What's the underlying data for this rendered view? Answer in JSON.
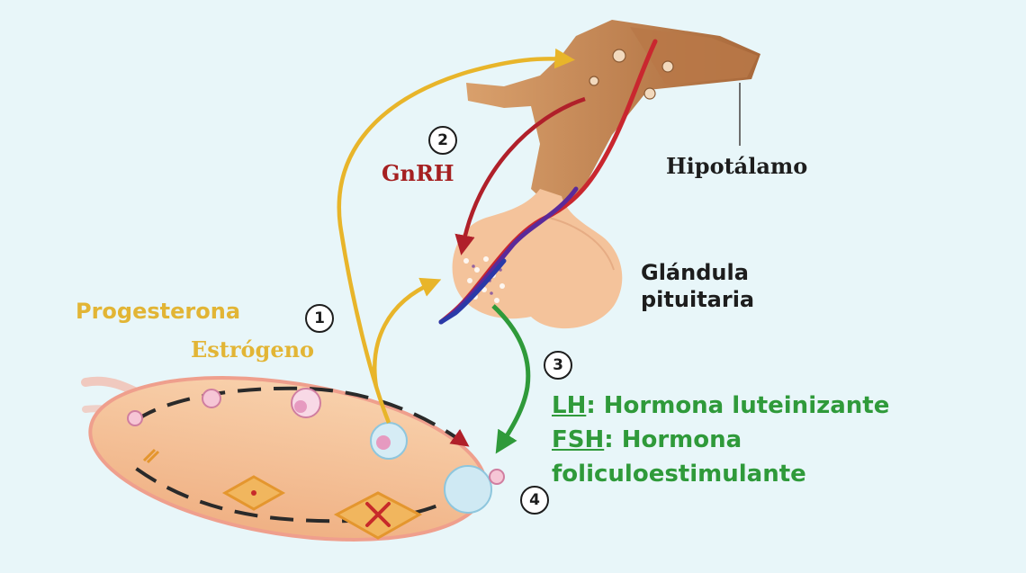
{
  "labels": {
    "hipotalamo": "Hipotálamo",
    "glandula_line1": "Glándula",
    "glandula_line2": "pituitaria",
    "gnrh": "GnRH",
    "progesterona": "Progesterona",
    "estrogeno": "Estrógeno",
    "lh_abbr": "LH",
    "lh_text": ": Hormona luteinizante",
    "fsh_abbr": "FSH",
    "fsh_text": ": Hormona",
    "fsh_text2": "foliculoestimulante"
  },
  "steps": [
    "1",
    "2",
    "3",
    "4"
  ],
  "colors": {
    "background": "#e8f6f9",
    "ovary": "#f6c49c",
    "hypothalamus": "#c98c5a",
    "pituitary": "#f4c39b",
    "gnrh_arrow": "#b0202a",
    "hormone_feedback_arrow": "#e8b52a",
    "lh_fsh_arrow": "#2f9a3a",
    "follicle": "#cfe9f3"
  },
  "icons": [
    "hypothalamus-illustration",
    "pituitary-gland-illustration",
    "ovary-illustration",
    "follicle-icon",
    "corpus-luteum-icon"
  ]
}
